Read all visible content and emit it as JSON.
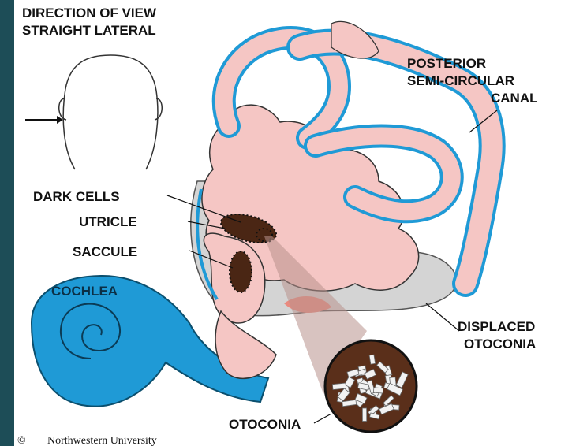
{
  "labels": {
    "direction_line1": "DIRECTION OF VIEW",
    "direction_line2": "STRAIGHT LATERAL",
    "posterior_line1": "POSTERIOR",
    "posterior_line2": "SEMI-CIRCULAR",
    "posterior_line3": "CANAL",
    "dark_cells": "DARK CELLS",
    "utricle": "UTRICLE",
    "saccule": "SACCULE",
    "cochlea": "COCHLEA",
    "displaced_line1": "DISPLACED",
    "displaced_line2": "OTOCONIA",
    "otoconia": "OTOCONIA"
  },
  "credit": {
    "symbol": "©",
    "text": "Northwestern University"
  },
  "colors": {
    "background": "#1d4d57",
    "panel": "#ffffff",
    "tissue_pink": "#f5c6c4",
    "membrane_blue": "#1f9ad6",
    "macula_dark": "#4a2614",
    "fluid_gray": "#cfcfcf",
    "lens_bg": "#5a2f1a"
  }
}
